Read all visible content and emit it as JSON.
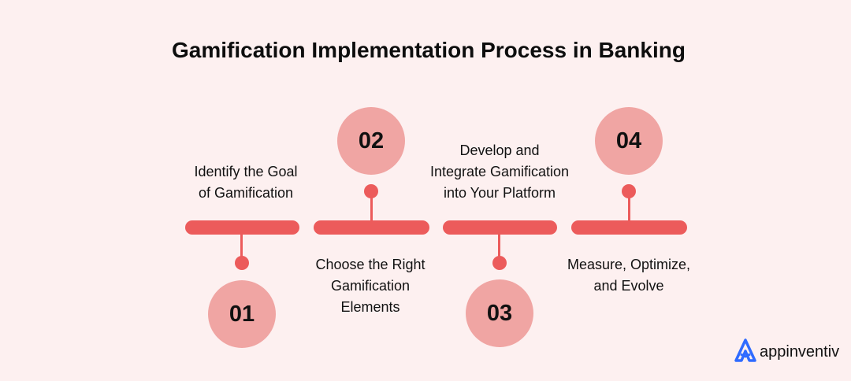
{
  "title": "Gamification Implementation Process in Banking",
  "steps": [
    {
      "number": "01",
      "label_lines": [
        "Identify the Goal",
        "of Gamification"
      ]
    },
    {
      "number": "02",
      "label_lines": [
        "Choose the Right",
        "Gamification",
        "Elements"
      ]
    },
    {
      "number": "03",
      "label_lines": [
        "Develop and",
        "Integrate Gamification",
        "into Your Platform"
      ]
    },
    {
      "number": "04",
      "label_lines": [
        "Measure, Optimize,",
        "and Evolve"
      ]
    }
  ],
  "brand": {
    "name": "appinventiv",
    "logo_icon": "appinventiv-logo-icon"
  },
  "colors": {
    "background": "#fdf0f0",
    "accent": "#ec5b5b",
    "circle": "#f0a5a3",
    "logo": "#2f6bff"
  }
}
